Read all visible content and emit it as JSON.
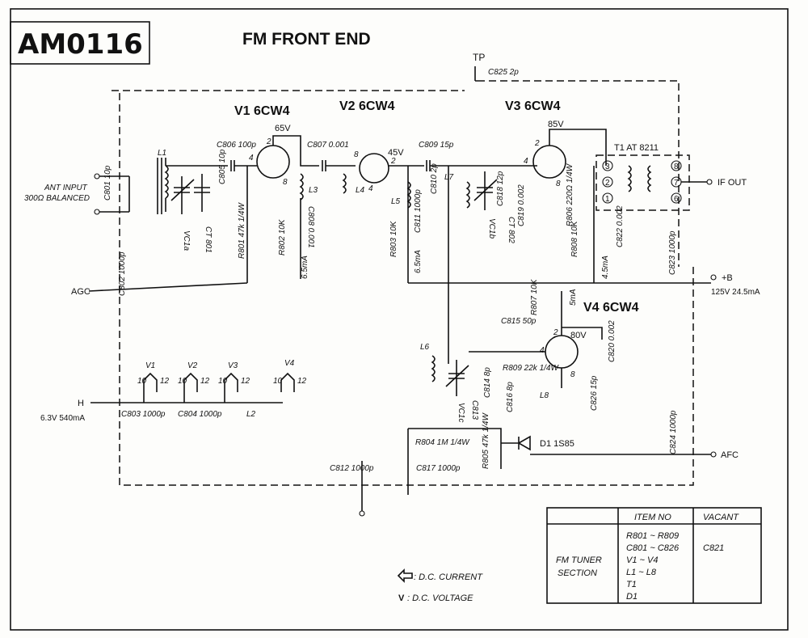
{
  "header": {
    "code": "AM0116",
    "title": "FM FRONT END"
  },
  "terminals": {
    "tp": "TP",
    "ant_input_1": "ANT INPUT",
    "ant_input_2": "300Ω BALANCED",
    "agc": "AGC",
    "if_out": "IF OUT",
    "plus_b": "+B",
    "b_supply": "125V 24.5mA",
    "afc": "AFC",
    "heater_h": "H",
    "heater_supply": "6.3V 540mA"
  },
  "tubes": {
    "v1": "V1 6CW4",
    "v2": "V2 6CW4",
    "v3": "V3 6CW4",
    "v4": "V4 6CW4"
  },
  "voltages": {
    "v1_plate": "65V",
    "v2_plate": "45V",
    "v3_plate": "85V",
    "v4_plate": "80V"
  },
  "currents": {
    "i1": "6.5mA",
    "i2": "6.5mA",
    "i3": "4.5mA",
    "i4": "5mA"
  },
  "transformer": {
    "name": "T1 AT 8211",
    "pins": [
      "3",
      "2",
      "1",
      "8",
      "7",
      "6"
    ]
  },
  "components": {
    "c825": "C825 2p",
    "c806": "C806 100p",
    "c807": "C807 0.001",
    "c809": "C809 15p",
    "c805": "C805 10p",
    "c801": "C801 10p",
    "c808": "C808 0.001",
    "c810": "C810 2p",
    "c811": "C811 1000p",
    "c812": "C812 1000p",
    "c813": "C813",
    "c814": "C814 8p",
    "c815": "C815 50p",
    "c816": "C816 8p",
    "c817": "C817 1000p",
    "c818": "C818 12p",
    "c819": "C819 0.002",
    "c820": "C820 0.002",
    "c822": "C822 0.002",
    "c823": "C823 1000p",
    "c824": "C824 1000p",
    "c826": "C826 15p",
    "c802": "C802 1000p",
    "c803": "C803 1000p",
    "c804": "C804 1000p",
    "r801": "R801 47k 1/4W",
    "r802": "R802 10K",
    "r803": "R803 10K",
    "r804": "R804 1M 1/4W",
    "r805": "R805 47k 1/4W",
    "r806": "R806 220Ω 1/4W",
    "r807": "R807 10K",
    "r808": "R808 10K",
    "r809": "R809 22k 1/4W",
    "vc1a": "VC1a",
    "vc1b": "VC1b",
    "vc1c": "VC1c",
    "ct801": "CT 801",
    "ct802": "CT 802",
    "l1": "L1",
    "l2": "L2",
    "l3": "L3",
    "l4": "L4",
    "l5": "L5",
    "l6": "L6",
    "l7": "L7",
    "l8": "L8",
    "d1": "D1 1S85"
  },
  "pin_labels": {
    "v1": [
      "2",
      "4",
      "8"
    ],
    "v2": [
      "8",
      "2",
      "4"
    ],
    "v3": [
      "2",
      "4",
      "8"
    ],
    "v4": [
      "2",
      "4",
      "8"
    ],
    "heater": [
      "V1",
      "V2",
      "V3",
      "V4",
      "10",
      "12",
      "10",
      "12",
      "10",
      "12",
      "10",
      "12"
    ]
  },
  "legend": {
    "current": ": D.C. CURRENT",
    "voltage_key": "V",
    "voltage": ": D.C. VOLTAGE"
  },
  "table": {
    "col1": "ITEM NO",
    "col2": "VACANT",
    "section_1": "FM TUNER",
    "section_2": "SECTION",
    "rows": [
      "R801 ~ R809",
      "C801 ~ C826",
      "V1 ~ V4",
      "L1 ~ L8",
      "T1",
      "D1"
    ],
    "vacant": "C821"
  }
}
